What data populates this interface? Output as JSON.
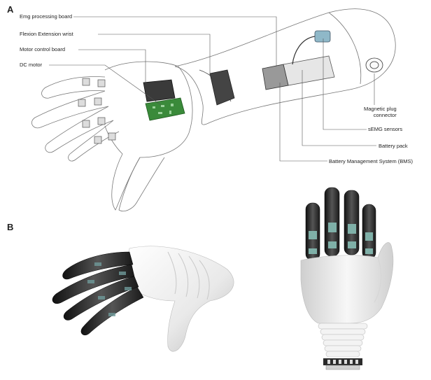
{
  "panels": {
    "a": {
      "letter": "A"
    },
    "b": {
      "letter": "B"
    }
  },
  "callouts_left": [
    "Emg processing board",
    "Flexion Extension wrist",
    "Motor control board",
    "DC motor"
  ],
  "callouts_right": {
    "magnetic_plug": [
      "Magnetic plug",
      "connector"
    ],
    "semg": "sEMG sensors",
    "battery_pack": "Battery pack",
    "bms": "Battery Management System (BMS)"
  },
  "colors": {
    "line": "#555555",
    "board_green": "#3a8a3a",
    "connector_blue": "#8fb8c8",
    "dark_finger": "#2a2a2a",
    "white_shell": "#f2f2f2"
  }
}
